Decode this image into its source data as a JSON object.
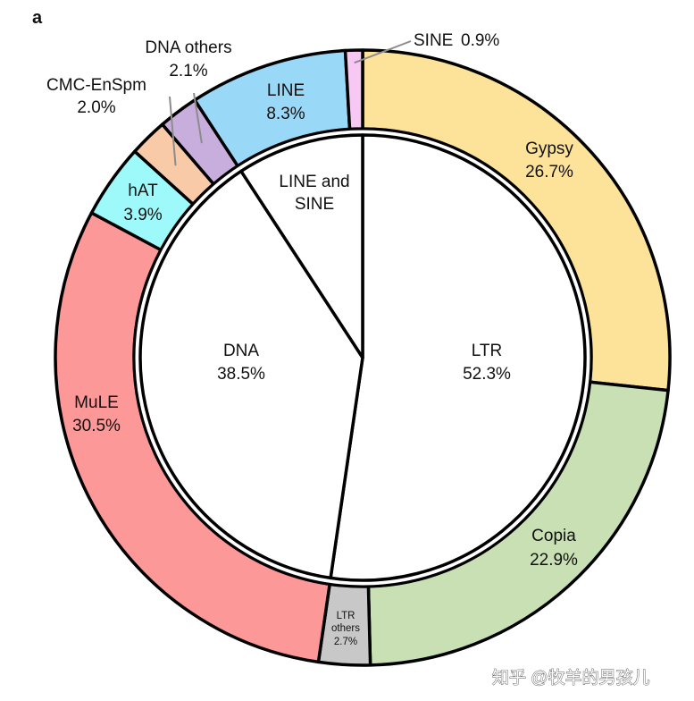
{
  "panel_label": "a",
  "watermark": "知乎 @牧羊的男孩儿",
  "chart_data": {
    "type": "pie",
    "subtype": "nested-donut",
    "inner": [
      {
        "name": "LTR",
        "pct_label": "52.3%",
        "value": 52.3
      },
      {
        "name": "DNA",
        "pct_label": "38.5%",
        "value": 38.5
      },
      {
        "name": "LINE and SINE",
        "name_line1": "LINE and",
        "name_line2": "SINE",
        "value": 9.2
      }
    ],
    "outer": [
      {
        "name": "Gypsy",
        "pct_label": "26.7%",
        "value": 26.7,
        "color": "#fde39a"
      },
      {
        "name": "Copia",
        "pct_label": "22.9%",
        "value": 22.9,
        "color": "#c8e0b4"
      },
      {
        "name": "LTR others",
        "name_line1": "LTR",
        "name_line2": "others",
        "pct_label": "2.7%",
        "value": 2.7,
        "color": "#c8c8c8"
      },
      {
        "name": "MuLE",
        "pct_label": "30.5%",
        "value": 30.5,
        "color": "#fc9898"
      },
      {
        "name": "hAT",
        "pct_label": "3.9%",
        "value": 3.9,
        "color": "#9efafa"
      },
      {
        "name": "CMC-EnSpm",
        "pct_label": "2.0%",
        "value": 2.0,
        "color": "#f8caa8"
      },
      {
        "name": "DNA others",
        "pct_label": "2.1%",
        "value": 2.1,
        "color": "#c8aedc"
      },
      {
        "name": "LINE",
        "pct_label": "8.3%",
        "value": 8.3,
        "color": "#9ad8f8"
      },
      {
        "name": "SINE",
        "pct_label": "0.9%",
        "value": 0.9,
        "color": "#f8c8f4"
      }
    ]
  }
}
